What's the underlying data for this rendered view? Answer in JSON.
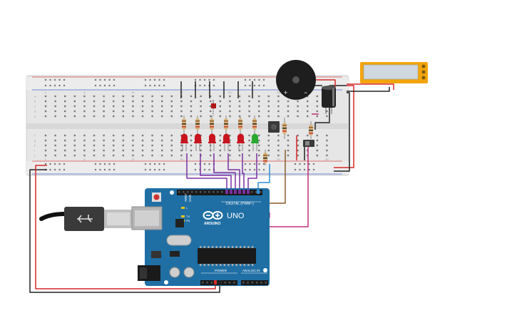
{
  "board": {
    "logo_text": "UNO",
    "brand_text": "ARDUINO",
    "digital_label": "DIGITAL (PWM~)",
    "power_label": "POWER",
    "analog_label": "ANALOG IN",
    "header_aref": "AREF",
    "header_gnd": "GND",
    "header_tx": "TX",
    "header_rx": "RX",
    "header_l": "L"
  },
  "buzzer": {
    "plus": "+",
    "minus": "−"
  },
  "breadboard": {
    "column_numbers": [
      "1",
      "5",
      "10",
      "15",
      "20",
      "25",
      "30"
    ],
    "row_letters_top": [
      "a",
      "b",
      "c",
      "d",
      "e"
    ],
    "row_letters_bottom": [
      "f",
      "g",
      "h",
      "i",
      "j"
    ]
  },
  "leds": {
    "colors": [
      "red",
      "red",
      "red",
      "red",
      "red",
      "green"
    ],
    "count": 6
  },
  "colors": {
    "board": "#1f6fa5",
    "breadboard": "#e8e8e8",
    "wire_purple": "#7b2fa0",
    "wire_magenta": "#c0307a",
    "wire_red": "#d62828",
    "wire_black": "#222222",
    "wire_brown": "#8a5a2b",
    "wire_blue": "#2f8fd6",
    "lcd_frame": "#f2a50c",
    "lcd_screen": "#cfd8de",
    "led_red": "#c8141e",
    "led_green": "#2aa830"
  }
}
